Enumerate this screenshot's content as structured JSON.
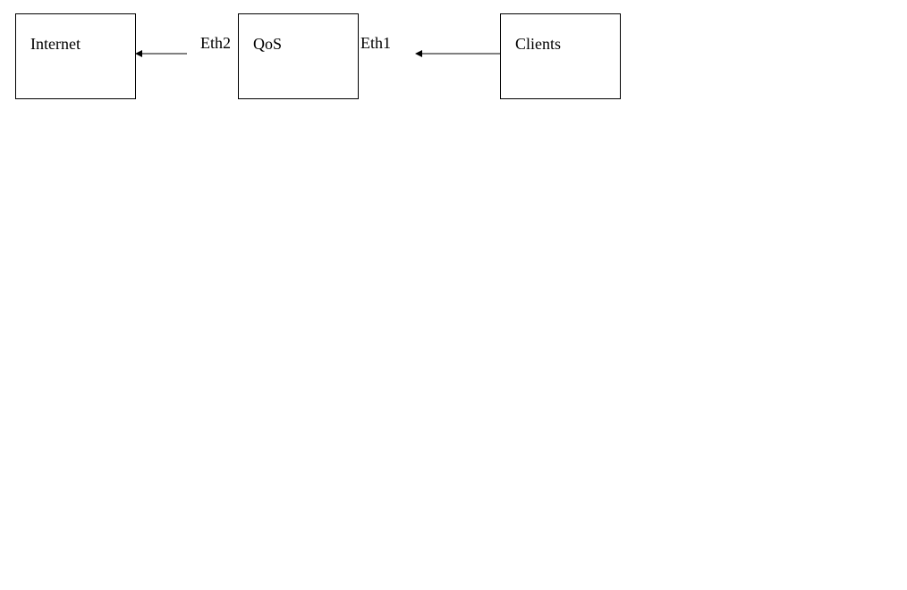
{
  "diagram": {
    "nodes": {
      "internet": "Internet",
      "qos": "QoS",
      "clients": "Clients"
    },
    "ports": {
      "eth2": "Eth2",
      "eth1": "Eth1"
    },
    "edges": [
      {
        "from": "clients",
        "to": "qos",
        "via": "eth1"
      },
      {
        "from": "qos",
        "to": "internet",
        "via": "eth2"
      }
    ]
  }
}
